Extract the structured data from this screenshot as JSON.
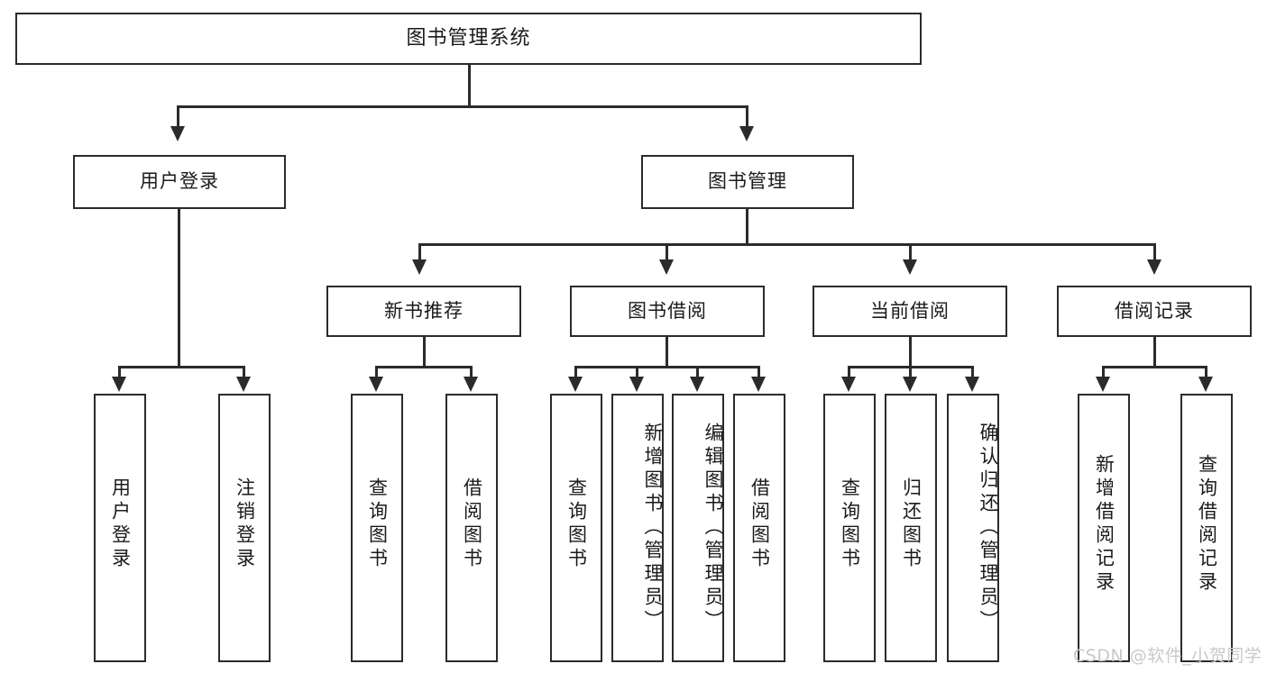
{
  "diagram": {
    "type": "hierarchy-flowchart",
    "title": "图书管理系统",
    "levels": 4,
    "nodes": {
      "root": {
        "label": "图书管理系统"
      },
      "level2": [
        {
          "label": "用户登录"
        },
        {
          "label": "图书管理"
        }
      ],
      "level3": [
        {
          "label": "新书推荐"
        },
        {
          "label": "图书借阅"
        },
        {
          "label": "当前借阅"
        },
        {
          "label": "借阅记录"
        }
      ],
      "leaves": {
        "user_login": [
          {
            "label": "用户登录"
          },
          {
            "label": "注销登录"
          }
        ],
        "new_book_recommend": [
          {
            "label": "查询图书"
          },
          {
            "label": "借阅图书"
          }
        ],
        "book_borrow": [
          {
            "label": "查询图书"
          },
          {
            "label": "新增图书（管理员）"
          },
          {
            "label": "编辑图书（管理员）"
          },
          {
            "label": "借阅图书"
          }
        ],
        "current_borrow": [
          {
            "label": "查询图书"
          },
          {
            "label": "归还图书"
          },
          {
            "label": "确认归还（管理员）"
          }
        ],
        "borrow_record": [
          {
            "label": "新增借阅记录"
          },
          {
            "label": "查询借阅记录"
          }
        ]
      }
    },
    "colors": {
      "stroke": "#2b2b2b",
      "fill": "#ffffff",
      "text": "#1a1a1a",
      "watermark": "#c9c9c9"
    }
  },
  "watermark": {
    "text": "CSDN @软件_小贺同学"
  }
}
